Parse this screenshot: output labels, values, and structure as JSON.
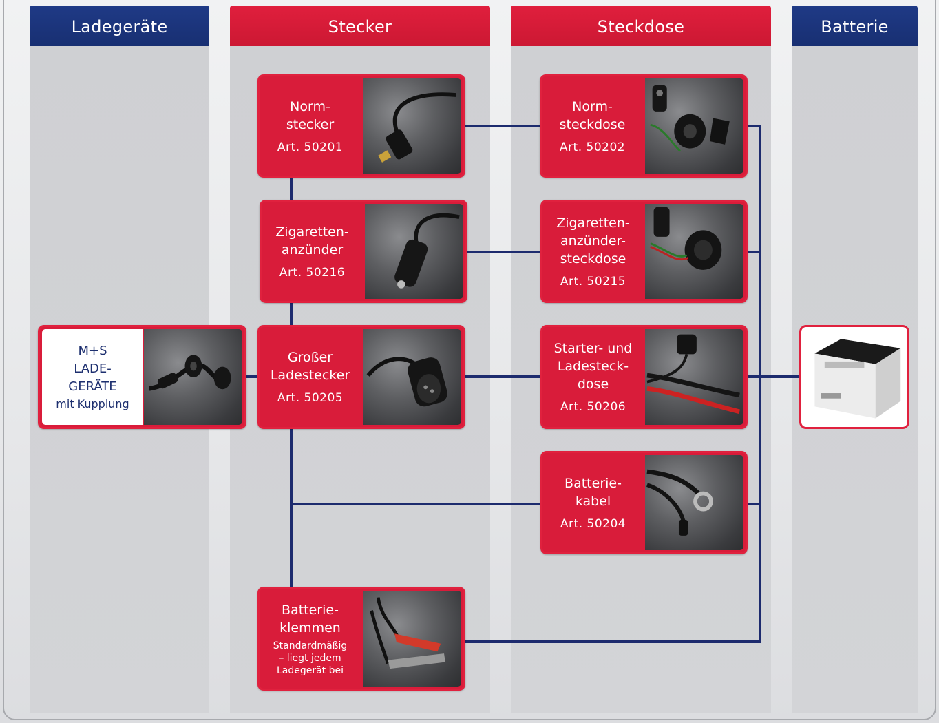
{
  "headers": {
    "ladegeraete": "Ladegeräte",
    "stecker": "Stecker",
    "steckdose": "Steckdose",
    "batterie": "Batterie"
  },
  "charger": {
    "line1": "M+S",
    "line2": "LADE-",
    "line3": "GERÄTE",
    "line4": "mit Kupplung",
    "icon": "charger-cable-icon"
  },
  "plugs": [
    {
      "name": "Norm-\nstecker",
      "art": "Art. 50201",
      "icon": "din-plug-icon"
    },
    {
      "name": "Zigaretten-\nanzünder",
      "art": "Art. 50216",
      "icon": "cigarette-plug-icon"
    },
    {
      "name": "Großer\nLadestecker",
      "art": "Art. 50205",
      "icon": "large-plug-icon"
    },
    {
      "name": "Batterie-\nklemmen",
      "note": "Standardmäßig\n– liegt jedem\nLadegerät bei",
      "icon": "battery-clamps-icon"
    }
  ],
  "sockets": [
    {
      "name": "Norm-\nsteckdose",
      "art": "Art. 50202",
      "icon": "din-socket-icon"
    },
    {
      "name": "Zigaretten-\nanzünder-\nsteckdose",
      "art": "Art. 50215",
      "icon": "cigarette-socket-icon"
    },
    {
      "name": "Starter- und\nLadesteck-\ndose",
      "art": "Art. 50206",
      "icon": "starter-socket-icon"
    },
    {
      "name": "Batterie-\nkabel",
      "art": "Art. 50204",
      "icon": "battery-cable-icon"
    }
  ],
  "battery": {
    "icon": "battery-icon"
  },
  "colors": {
    "red": "#d91c3a",
    "blue": "#1d2f6f",
    "wire": "#1d2b6e",
    "column": "#d1d2d5"
  }
}
